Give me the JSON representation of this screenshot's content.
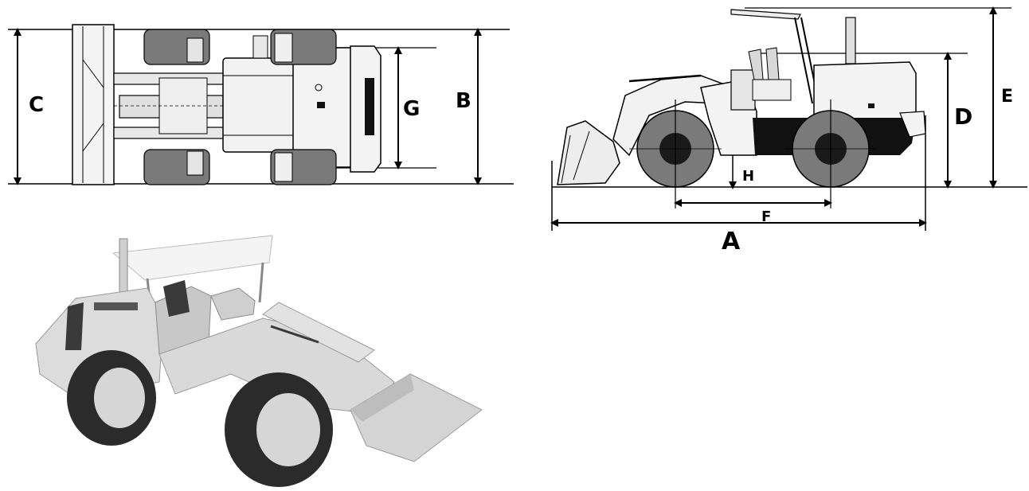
{
  "labels": {
    "A": "A",
    "B": "B",
    "C": "C",
    "D": "D",
    "E": "E",
    "F": "F",
    "G": "G",
    "H": "H"
  },
  "colors": {
    "ink": "#000000",
    "tire": "#7a7a7a",
    "tire_dark": "#595959",
    "hub": "#1a1a1a",
    "body_light": "#f2f2f2",
    "body_mid": "#d6d6d6",
    "counterweight": "#111111",
    "photo_body": "#dcdcdc",
    "photo_tire": "#2b2b2b"
  },
  "icons": [
    "arrow-head"
  ]
}
